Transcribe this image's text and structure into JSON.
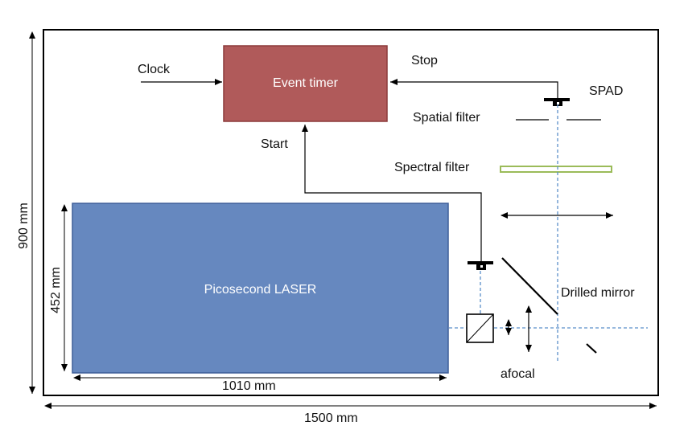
{
  "labels": {
    "event_timer": "Event timer",
    "clock": "Clock",
    "stop": "Stop",
    "start": "Start",
    "spad": "SPAD",
    "spatial_filter": "Spatial filter",
    "spectral_filter": "Spectral filter",
    "laser": "Picosecond LASER",
    "drilled_mirror": "Drilled mirror",
    "afocal": "afocal"
  },
  "dimensions": {
    "table_height": "900 mm",
    "table_width": "1500 mm",
    "laser_height": "452 mm",
    "laser_width": "1010 mm"
  },
  "colors": {
    "event_timer_fill": "#b05a5a",
    "event_timer_stroke": "#8c3a3a",
    "laser_fill": "#6688bf",
    "laser_stroke": "#3f5f99",
    "spectral_filter_stroke": "#9bbb59",
    "beam_dashed": "#5b8fc9",
    "line": "#000000"
  }
}
